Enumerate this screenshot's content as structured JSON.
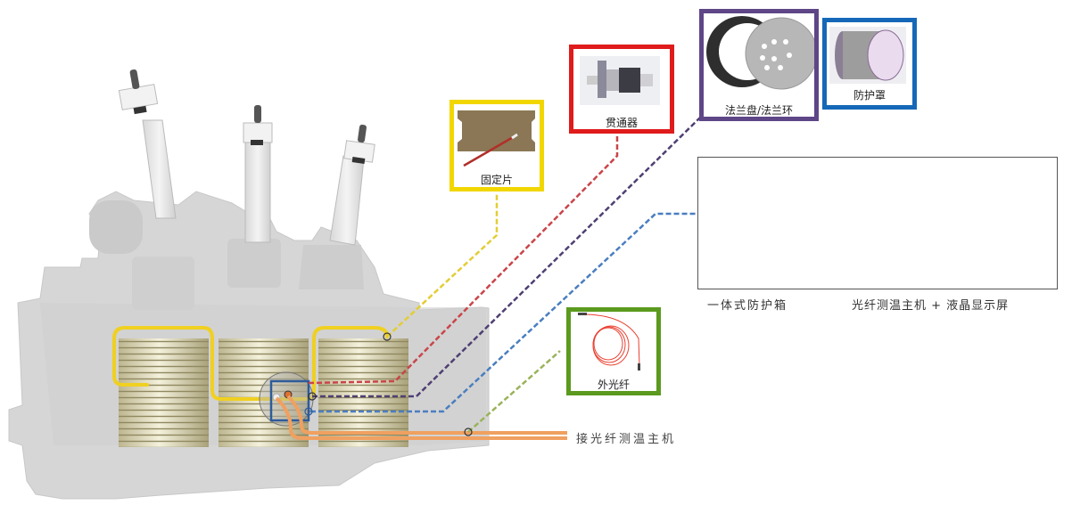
{
  "diagram": {
    "callouts": {
      "fixing_piece": {
        "label": "固定片",
        "color": "#f2d600"
      },
      "feedthrough": {
        "label": "贯通器",
        "color": "#e01b1b"
      },
      "flange": {
        "label": "法兰盘/法兰环",
        "color": "#5e4687"
      },
      "protective_cover": {
        "label": "防护罩",
        "color": "#1568b8"
      },
      "external_fiber": {
        "label": "外光纤",
        "color": "#5b9a1e"
      }
    },
    "system": {
      "cabinet_label": "一体式防护箱",
      "host_label": "光纤测温主机 + 液晶显示屏"
    },
    "output_label": "接光纤测温主机",
    "colors": {
      "yellow_fiber": "#f0d020",
      "red_dash": "#c9454a",
      "purple_dash": "#4f3f73",
      "blue_dash": "#4a7ec0",
      "green_dash": "#9ab35a",
      "orange_fiber": "#f0a060",
      "probe_box": "#2e5b9a"
    }
  }
}
